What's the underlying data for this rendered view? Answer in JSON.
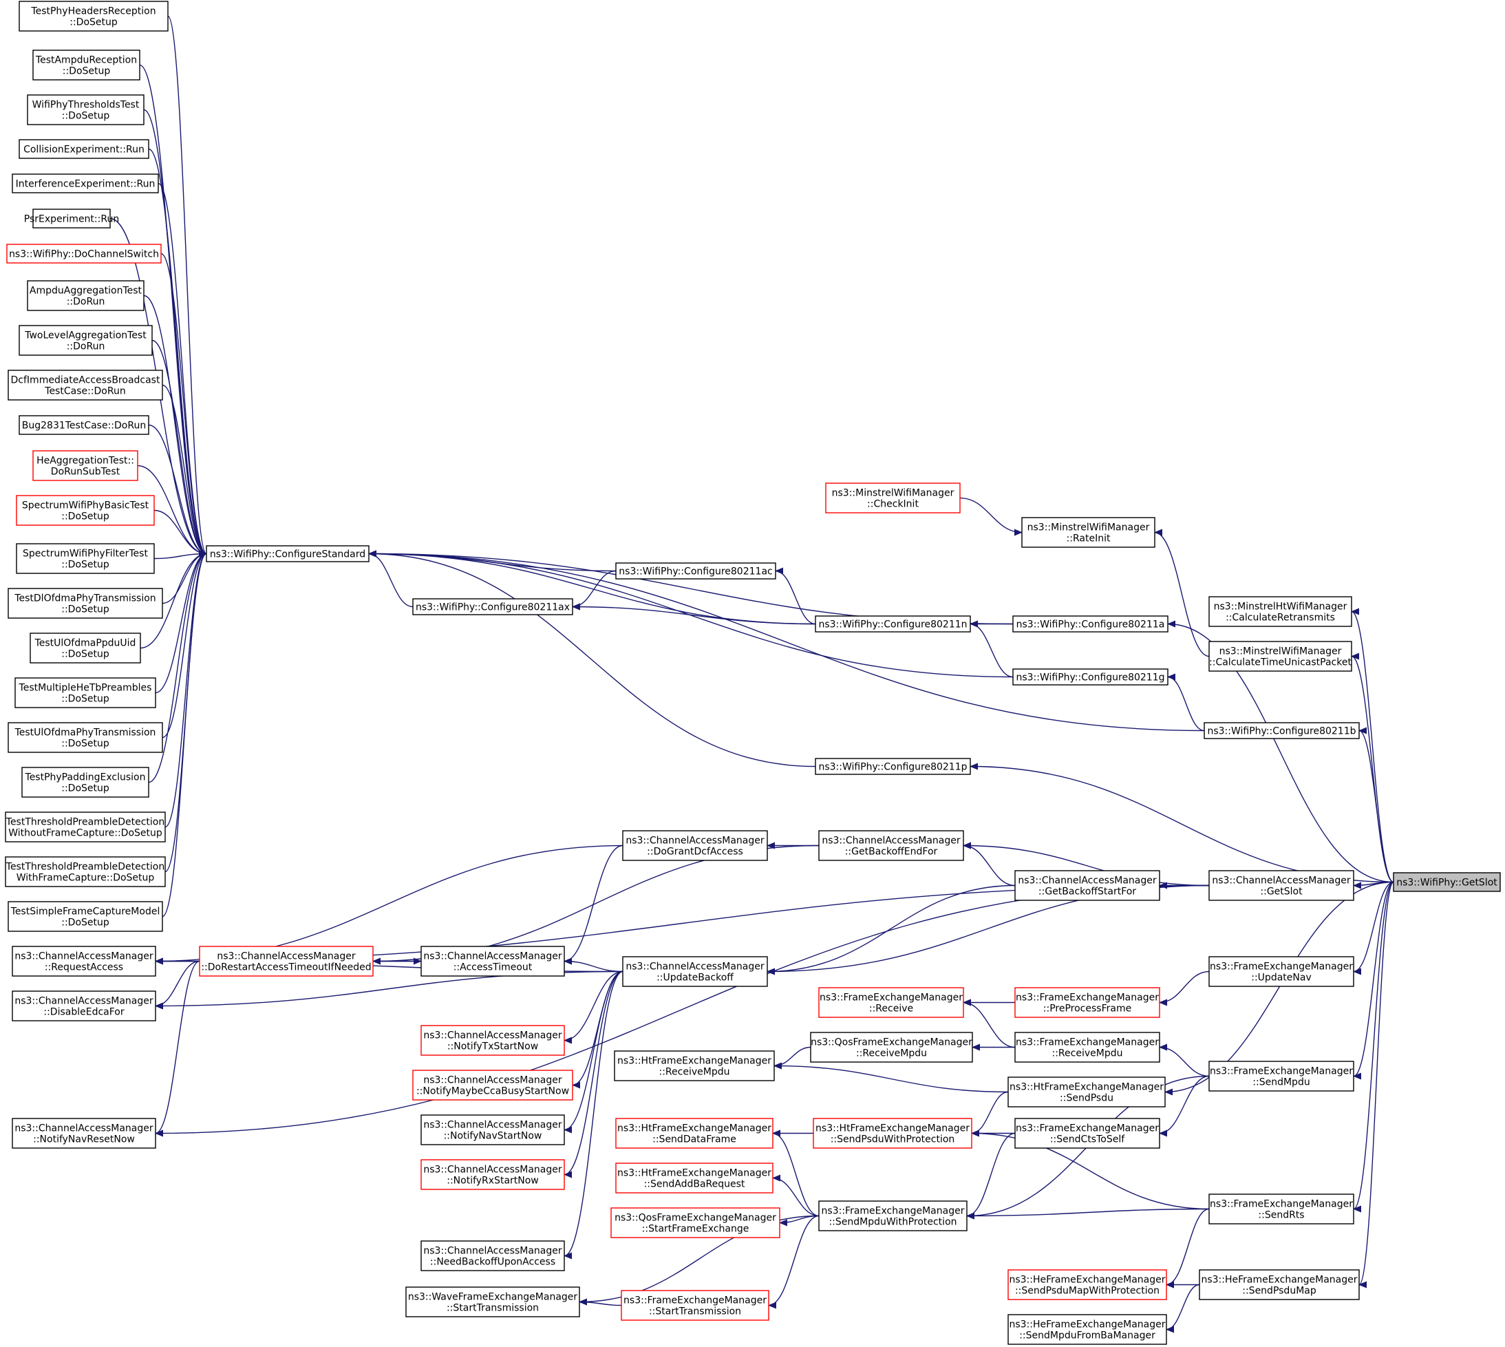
{
  "diagram": {
    "type": "call-graph",
    "colors": {
      "edge": "#191970",
      "node_border": "#000000",
      "node_border_truncated": "#ff0000",
      "focus_fill": "#bfbfbf"
    },
    "nodes": {
      "n1": {
        "lines": [
          "TestPhyHeadersReception",
          "::DoSetup"
        ],
        "truncated": false
      },
      "n2": {
        "lines": [
          "TestAmpduReception",
          "::DoSetup"
        ],
        "truncated": false
      },
      "n3": {
        "lines": [
          "WifiPhyThresholdsTest",
          "::DoSetup"
        ],
        "truncated": false
      },
      "n4": {
        "lines": [
          "CollisionExperiment::Run"
        ],
        "truncated": false
      },
      "n5": {
        "lines": [
          "InterferenceExperiment::Run"
        ],
        "truncated": false
      },
      "n6": {
        "lines": [
          "PsrExperiment::Run"
        ],
        "truncated": false
      },
      "n7": {
        "lines": [
          "ns3::WifiPhy::DoChannelSwitch"
        ],
        "truncated": true
      },
      "n8": {
        "lines": [
          "AmpduAggregationTest",
          "::DoRun"
        ],
        "truncated": false
      },
      "n9": {
        "lines": [
          "TwoLevelAggregationTest",
          "::DoRun"
        ],
        "truncated": false
      },
      "n10": {
        "lines": [
          "DcfImmediateAccessBroadcast",
          "TestCase::DoRun"
        ],
        "truncated": false
      },
      "n11": {
        "lines": [
          "Bug2831TestCase::DoRun"
        ],
        "truncated": false
      },
      "n12": {
        "lines": [
          "HeAggregationTest::",
          "DoRunSubTest"
        ],
        "truncated": true
      },
      "n13": {
        "lines": [
          "SpectrumWifiPhyBasicTest",
          "::DoSetup"
        ],
        "truncated": true
      },
      "n14": {
        "lines": [
          "SpectrumWifiPhyFilterTest",
          "::DoSetup"
        ],
        "truncated": false
      },
      "n15": {
        "lines": [
          "TestDlOfdmaPhyTransmission",
          "::DoSetup"
        ],
        "truncated": false
      },
      "n16": {
        "lines": [
          "TestUlOfdmaPpduUid",
          "::DoSetup"
        ],
        "truncated": false
      },
      "n17": {
        "lines": [
          "TestMultipleHeTbPreambles",
          "::DoSetup"
        ],
        "truncated": false
      },
      "n18": {
        "lines": [
          "TestUlOfdmaPhyTransmission",
          "::DoSetup"
        ],
        "truncated": false
      },
      "n19": {
        "lines": [
          "TestPhyPaddingExclusion",
          "::DoSetup"
        ],
        "truncated": false
      },
      "n20": {
        "lines": [
          "TestThresholdPreambleDetection",
          "WithoutFrameCapture::DoSetup"
        ],
        "truncated": false
      },
      "n21": {
        "lines": [
          "TestThresholdPreambleDetection",
          "WithFrameCapture::DoSetup"
        ],
        "truncated": false
      },
      "n22": {
        "lines": [
          "TestSimpleFrameCaptureModel",
          "::DoSetup"
        ],
        "truncated": false
      },
      "n23": {
        "lines": [
          "ns3::ChannelAccessManager",
          "::RequestAccess"
        ],
        "truncated": false
      },
      "n24": {
        "lines": [
          "ns3::ChannelAccessManager",
          "::DisableEdcaFor"
        ],
        "truncated": false
      },
      "n25": {
        "lines": [
          "ns3::ChannelAccessManager",
          "::NotifyNavResetNow"
        ],
        "truncated": false
      },
      "cs": {
        "lines": [
          "ns3::WifiPhy::ConfigureStandard"
        ],
        "truncated": false
      },
      "ax": {
        "lines": [
          "ns3::WifiPhy::Configure80211ax"
        ],
        "truncated": false
      },
      "ac": {
        "lines": [
          "ns3::WifiPhy::Configure80211ac"
        ],
        "truncated": false
      },
      "n80211n": {
        "lines": [
          "ns3::WifiPhy::Configure80211n"
        ],
        "truncated": false
      },
      "n80211p": {
        "lines": [
          "ns3::WifiPhy::Configure80211p"
        ],
        "truncated": false
      },
      "a": {
        "lines": [
          "ns3::WifiPhy::Configure80211a"
        ],
        "truncated": false
      },
      "g": {
        "lines": [
          "ns3::WifiPhy::Configure80211g"
        ],
        "truncated": false
      },
      "b": {
        "lines": [
          "ns3::WifiPhy::Configure80211b"
        ],
        "truncated": false
      },
      "mci": {
        "lines": [
          "ns3::MinstrelWifiManager",
          "::CheckInit"
        ],
        "truncated": true
      },
      "mri": {
        "lines": [
          "ns3::MinstrelWifiManager",
          "::RateInit"
        ],
        "truncated": false
      },
      "mht": {
        "lines": [
          "ns3::MinstrelHtWifiManager",
          "::CalculateRetransmits"
        ],
        "truncated": false
      },
      "mtu": {
        "lines": [
          "ns3::MinstrelWifiManager",
          "::CalculateTimeUnicastPacket"
        ],
        "truncated": false
      },
      "dga": {
        "lines": [
          "ns3::ChannelAccessManager",
          "::DoGrantDcfAccess"
        ],
        "truncated": false
      },
      "gbe": {
        "lines": [
          "ns3::ChannelAccessManager",
          "::GetBackoffEndFor"
        ],
        "truncated": false
      },
      "gbs": {
        "lines": [
          "ns3::ChannelAccessManager",
          "::GetBackoffStartFor"
        ],
        "truncated": false
      },
      "gs": {
        "lines": [
          "ns3::ChannelAccessManager",
          "::GetSlot"
        ],
        "truncated": false
      },
      "getslot": {
        "lines": [
          "ns3::WifiPhy::GetSlot"
        ],
        "truncated": false,
        "focus": true
      },
      "drat": {
        "lines": [
          "ns3::ChannelAccessManager",
          "::DoRestartAccessTimeoutIfNeeded"
        ],
        "truncated": true
      },
      "at": {
        "lines": [
          "ns3::ChannelAccessManager",
          "::AccessTimeout"
        ],
        "truncated": false
      },
      "ub": {
        "lines": [
          "ns3::ChannelAccessManager",
          "::UpdateBackoff"
        ],
        "truncated": false
      },
      "ntx": {
        "lines": [
          "ns3::ChannelAccessManager",
          "::NotifyTxStartNow"
        ],
        "truncated": true
      },
      "nmcb": {
        "lines": [
          "ns3::ChannelAccessManager",
          "::NotifyMaybeCcaBusyStartNow"
        ],
        "truncated": true
      },
      "nnav": {
        "lines": [
          "ns3::ChannelAccessManager",
          "::NotifyNavStartNow"
        ],
        "truncated": false
      },
      "nrx": {
        "lines": [
          "ns3::ChannelAccessManager",
          "::NotifyRxStartNow"
        ],
        "truncated": true
      },
      "nbua": {
        "lines": [
          "ns3::ChannelAccessManager",
          "::NeedBackoffUponAccess"
        ],
        "truncated": false
      },
      "fer": {
        "lines": [
          "ns3::FrameExchangeManager",
          "::Receive"
        ],
        "truncated": true
      },
      "fepp": {
        "lines": [
          "ns3::FrameExchangeManager",
          "::PreProcessFrame"
        ],
        "truncated": true
      },
      "fun": {
        "lines": [
          "ns3::FrameExchangeManager",
          "::UpdateNav"
        ],
        "truncated": false
      },
      "qrm": {
        "lines": [
          "ns3::QosFrameExchangeManager",
          "::ReceiveMpdu"
        ],
        "truncated": false
      },
      "ferm": {
        "lines": [
          "ns3::FrameExchangeManager",
          "::ReceiveMpdu"
        ],
        "truncated": false
      },
      "htrm": {
        "lines": [
          "ns3::HtFrameExchangeManager",
          "::ReceiveMpdu"
        ],
        "truncated": false
      },
      "htsp": {
        "lines": [
          "ns3::HtFrameExchangeManager",
          "::SendPsdu"
        ],
        "truncated": false
      },
      "fesm": {
        "lines": [
          "ns3::FrameExchangeManager",
          "::SendMpdu"
        ],
        "truncated": false
      },
      "htsdf": {
        "lines": [
          "ns3::HtFrameExchangeManager",
          "::SendDataFrame"
        ],
        "truncated": true
      },
      "htspwp": {
        "lines": [
          "ns3::HtFrameExchangeManager",
          "::SendPsduWithProtection"
        ],
        "truncated": true
      },
      "fects": {
        "lines": [
          "ns3::FrameExchangeManager",
          "::SendCtsToSelf"
        ],
        "truncated": false
      },
      "htaba": {
        "lines": [
          "ns3::HtFrameExchangeManager",
          "::SendAddBaRequest"
        ],
        "truncated": true
      },
      "qsfe": {
        "lines": [
          "ns3::QosFrameExchangeManager",
          "::StartFrameExchange"
        ],
        "truncated": true
      },
      "fesmwp": {
        "lines": [
          "ns3::FrameExchangeManager",
          "::SendMpduWithProtection"
        ],
        "truncated": false
      },
      "fertsx": {
        "lines": [
          "ns3::FrameExchangeManager",
          "::SendRts"
        ],
        "truncated": false
      },
      "wst": {
        "lines": [
          "ns3::WaveFrameExchangeManager",
          "::StartTransmission"
        ],
        "truncated": false
      },
      "fest": {
        "lines": [
          "ns3::FrameExchangeManager",
          "::StartTransmission"
        ],
        "truncated": true
      },
      "hespmp": {
        "lines": [
          "ns3::HeFrameExchangeManager",
          "::SendPsduMapWithProtection"
        ],
        "truncated": true
      },
      "hespm": {
        "lines": [
          "ns3::HeFrameExchangeManager",
          "::SendPsduMap"
        ],
        "truncated": false
      },
      "hesba": {
        "lines": [
          "ns3::HeFrameExchangeManager",
          "::SendMpduFromBaManager"
        ],
        "truncated": false
      }
    },
    "edges": [
      [
        "n1",
        "cs"
      ],
      [
        "n2",
        "cs"
      ],
      [
        "n3",
        "cs"
      ],
      [
        "n4",
        "cs"
      ],
      [
        "n5",
        "cs"
      ],
      [
        "n6",
        "cs"
      ],
      [
        "n7",
        "cs"
      ],
      [
        "n8",
        "cs"
      ],
      [
        "n9",
        "cs"
      ],
      [
        "n10",
        "cs"
      ],
      [
        "n11",
        "cs"
      ],
      [
        "n12",
        "cs"
      ],
      [
        "n13",
        "cs"
      ],
      [
        "n14",
        "cs"
      ],
      [
        "n15",
        "cs"
      ],
      [
        "n16",
        "cs"
      ],
      [
        "n17",
        "cs"
      ],
      [
        "n18",
        "cs"
      ],
      [
        "n19",
        "cs"
      ],
      [
        "n20",
        "cs"
      ],
      [
        "n21",
        "cs"
      ],
      [
        "n22",
        "cs"
      ],
      [
        "ax",
        "cs"
      ],
      [
        "ac",
        "cs"
      ],
      [
        "n80211n",
        "cs"
      ],
      [
        "a",
        "cs"
      ],
      [
        "g",
        "cs"
      ],
      [
        "b",
        "cs"
      ],
      [
        "n80211p",
        "cs"
      ],
      [
        "ac",
        "ax"
      ],
      [
        "n80211n",
        "ax"
      ],
      [
        "n80211n",
        "ac"
      ],
      [
        "a",
        "n80211n"
      ],
      [
        "g",
        "n80211n"
      ],
      [
        "b",
        "g"
      ],
      [
        "mci",
        "mri"
      ],
      [
        "mtu",
        "mri"
      ],
      [
        "getslot",
        "mht"
      ],
      [
        "getslot",
        "mtu"
      ],
      [
        "getslot",
        "a"
      ],
      [
        "getslot",
        "b"
      ],
      [
        "getslot",
        "n80211p"
      ],
      [
        "getslot",
        "gs"
      ],
      [
        "getslot",
        "fun"
      ],
      [
        "getslot",
        "htsp"
      ],
      [
        "getslot",
        "fesm"
      ],
      [
        "getslot",
        "fertsx"
      ],
      [
        "getslot",
        "hespm"
      ],
      [
        "gs",
        "gbe"
      ],
      [
        "gs",
        "gbs"
      ],
      [
        "gs",
        "ub"
      ],
      [
        "gs",
        "n23"
      ],
      [
        "gs",
        "n25"
      ],
      [
        "gbe",
        "dga"
      ],
      [
        "gbe",
        "drat"
      ],
      [
        "gbs",
        "gbe"
      ],
      [
        "gbs",
        "ub"
      ],
      [
        "dga",
        "at"
      ],
      [
        "dga",
        "n23"
      ],
      [
        "drat",
        "at"
      ],
      [
        "drat",
        "n23"
      ],
      [
        "drat",
        "n24"
      ],
      [
        "drat",
        "n25"
      ],
      [
        "at",
        "drat"
      ],
      [
        "ub",
        "at"
      ],
      [
        "ub",
        "n23"
      ],
      [
        "ub",
        "n24"
      ],
      [
        "ub",
        "ntx"
      ],
      [
        "ub",
        "nmcb"
      ],
      [
        "ub",
        "nnav"
      ],
      [
        "ub",
        "nrx"
      ],
      [
        "ub",
        "nbua"
      ],
      [
        "fun",
        "fepp"
      ],
      [
        "fepp",
        "fer"
      ],
      [
        "ferm",
        "fer"
      ],
      [
        "ferm",
        "qrm"
      ],
      [
        "qrm",
        "htrm"
      ],
      [
        "fesm",
        "ferm"
      ],
      [
        "fesm",
        "fects"
      ],
      [
        "fesm",
        "fesmwp"
      ],
      [
        "htsp",
        "htrm"
      ],
      [
        "htsp",
        "htspwp"
      ],
      [
        "fects",
        "htspwp"
      ],
      [
        "fects",
        "fesmwp"
      ],
      [
        "htspwp",
        "htsdf"
      ],
      [
        "fesmwp",
        "htsdf"
      ],
      [
        "fesmwp",
        "htaba"
      ],
      [
        "fesmwp",
        "qsfe"
      ],
      [
        "fesmwp",
        "wst"
      ],
      [
        "fesmwp",
        "fest"
      ],
      [
        "fertsx",
        "fesmwp"
      ],
      [
        "fertsx",
        "htspwp"
      ],
      [
        "fertsx",
        "hespmp"
      ],
      [
        "fest",
        "wst"
      ],
      [
        "hespm",
        "hespmp"
      ],
      [
        "hespm",
        "hesba"
      ]
    ]
  }
}
